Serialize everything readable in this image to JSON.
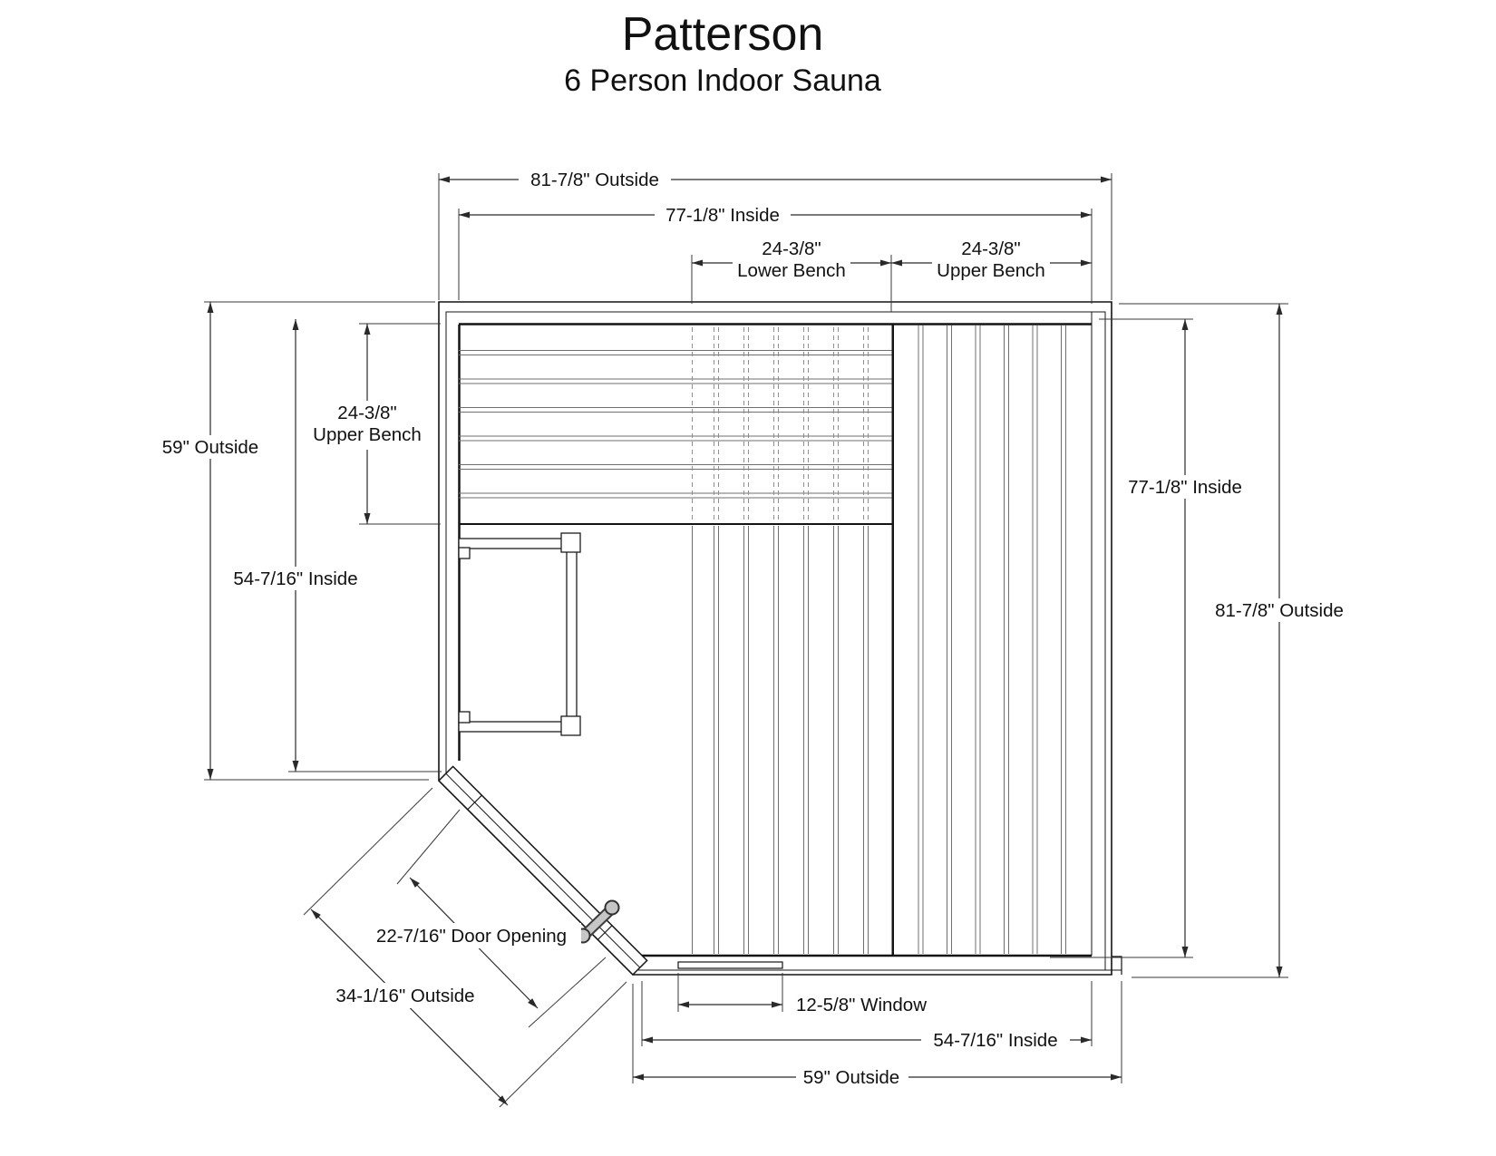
{
  "title": "Patterson",
  "subtitle": "6 Person Indoor Sauna",
  "dims": {
    "top_outside": "81-7/8\" Outside",
    "top_inside": "77-1/8\" Inside",
    "lower_bench_value": "24-3/8\"",
    "lower_bench_name": "Lower Bench",
    "upper_bench_value": "24-3/8\"",
    "upper_bench_name": "Upper Bench",
    "left_outside": "59\" Outside",
    "left_bench_value": "24-3/8\"",
    "left_bench_name": "Upper Bench",
    "left_inside": "54-7/16\" Inside",
    "right_inside": "77-1/8\" Inside",
    "right_outside": "81-7/8\" Outside",
    "door_opening": "22-7/16\" Door Opening",
    "door_outside": "34-1/16\" Outside",
    "window": "12-5/8\" Window",
    "bottom_inside": "54-7/16\" Inside",
    "bottom_outside": "59\" Outside"
  },
  "colors": {
    "line": "#141414",
    "dimension": "#2a2a2a",
    "plank": "#6f6f6f",
    "hidden_plank": "#8f8f8f",
    "handle_fill": "#c6c6c6",
    "background": "#ffffff"
  }
}
